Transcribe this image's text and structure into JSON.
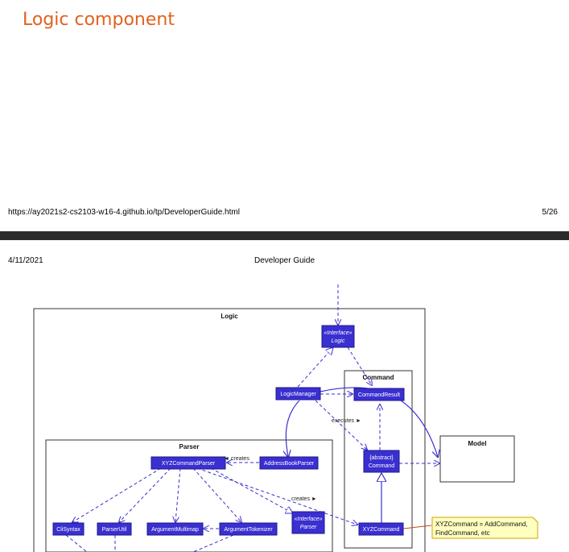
{
  "heading": "Logic component",
  "footer": {
    "url": "https://ay2021s2-cs2103-w16-4.github.io/tp/DeveloperGuide.html",
    "page": "5/26"
  },
  "header": {
    "date": "4/11/2021",
    "title": "Developer Guide"
  },
  "diagram": {
    "packages": {
      "logic": "Logic",
      "command": "Command",
      "parser": "Parser",
      "model": "Model"
    },
    "classes": {
      "logic_stereo": "«Interface»",
      "logic_name": "Logic",
      "logic_manager": "LogicManager",
      "command_result": "CommandResult",
      "abstract_stereo": "{abstract}",
      "abstract_name": "Command",
      "xyz_command": "XYZCommand",
      "xyz_parser": "XYZCommandParser",
      "addressbook_parser": "AddressBookParser",
      "cli_syntax": "CliSyntax",
      "parser_util": "ParserUtil",
      "arg_multimap": "ArgumentMultimap",
      "arg_tokenizer": "ArgumentTokenizer",
      "parser_stereo": "«Interface»",
      "parser_name": "Parser"
    },
    "labels": {
      "executes": "executes ►",
      "creates_left": "◄ creates",
      "creates_right": "creates ►"
    },
    "note": {
      "line1": "XYZCommand = AddCommand,",
      "line2": "FindCommand, etc"
    }
  }
}
